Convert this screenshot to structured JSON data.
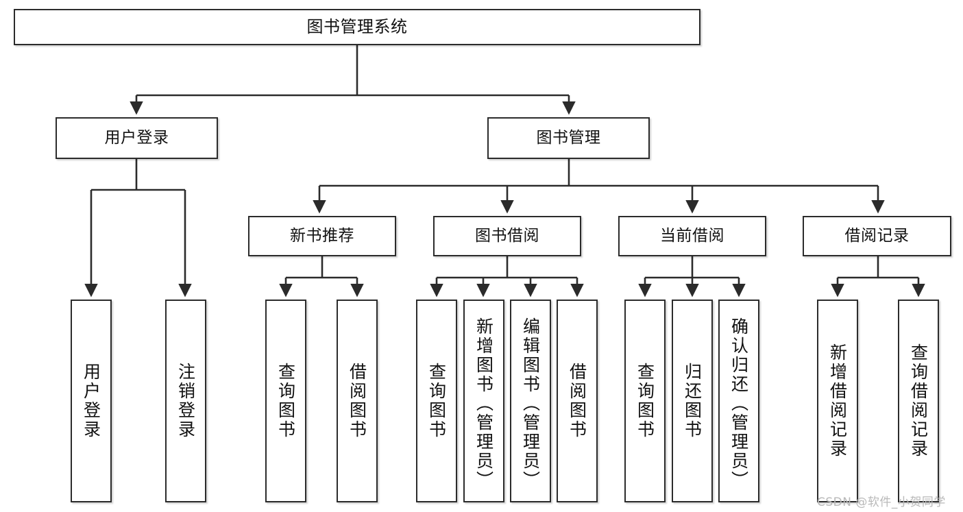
{
  "diagram": {
    "title": "图书管理系统",
    "watermark": "CSDN @软件_小贺同学",
    "colors": {
      "box_border": "#2b2b2b",
      "box_fill": "#ffffff",
      "edge": "#2b2b2b",
      "text": "#111111",
      "watermark": "#b9b9b9"
    },
    "nodes": {
      "root": "图书管理系统",
      "level2": {
        "user_login": "用户登录",
        "book_manage": "图书管理"
      },
      "level3": {
        "new_book_recommend": "新书推荐",
        "book_borrow": "图书借阅",
        "current_borrow": "当前借阅",
        "borrow_record": "借阅记录"
      },
      "leaves": {
        "user_login_1": "用户登录",
        "user_login_2": "注销登录",
        "new_book_1": "查询图书",
        "new_book_2": "借阅图书",
        "borrow_1": "查询图书",
        "borrow_2": "新增图书（管理员）",
        "borrow_3": "编辑图书（管理员）",
        "borrow_4": "借阅图书",
        "current_1": "查询图书",
        "current_2": "归还图书",
        "current_3": "确认归还（管理员）",
        "record_1": "新增借阅记录",
        "record_2": "查询借阅记录"
      }
    }
  }
}
